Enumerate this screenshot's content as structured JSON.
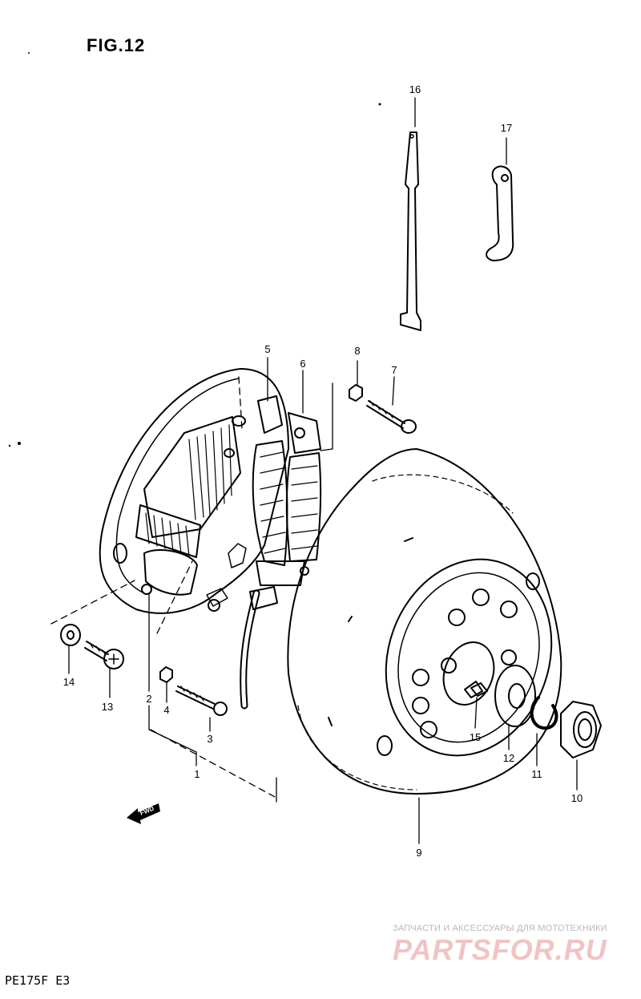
{
  "title": "FIG.12",
  "model_code": "PE175F E3",
  "fwd_label": "FWD",
  "watermark": {
    "line1": "ЗАПЧАСТИ И АКСЕССУАРЫ ДЛЯ МОТОТЕХНИКИ",
    "line2": "PARTSFOR.RU"
  },
  "callouts": [
    "1",
    "2",
    "3",
    "4",
    "5",
    "6",
    "7",
    "8",
    "9",
    "10",
    "11",
    "12",
    "13",
    "14",
    "15",
    "16",
    "17"
  ]
}
